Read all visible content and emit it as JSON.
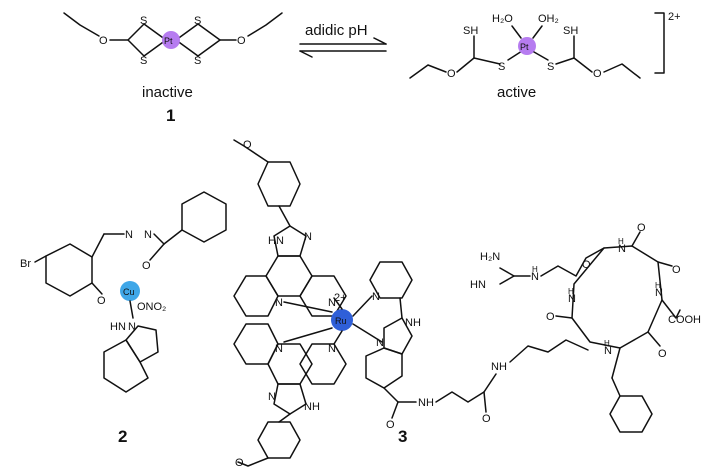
{
  "reaction": {
    "condition": "adidic pH",
    "inactive_label": "inactive",
    "active_label": "active",
    "charge": "2+"
  },
  "compounds": {
    "one": "1",
    "two": "2",
    "three": "3"
  },
  "atoms": {
    "S": "S",
    "O": "O",
    "N": "N",
    "SH": "SH",
    "H2O": "H₂O",
    "OH2": "OH₂",
    "Br": "Br",
    "ONO2": "ONO₂",
    "HN": "HN",
    "NH": "NH",
    "H2N": "H₂N",
    "COOH": "COOH",
    "charge_ru": "2+"
  },
  "metals": {
    "Pt": "Pt",
    "Cu": "Cu",
    "Ru": "Ru"
  },
  "colors": {
    "pt": "#b67cf0",
    "cu": "#3fa7e8",
    "ru": "#2f5fd8",
    "ink": "#111111"
  }
}
